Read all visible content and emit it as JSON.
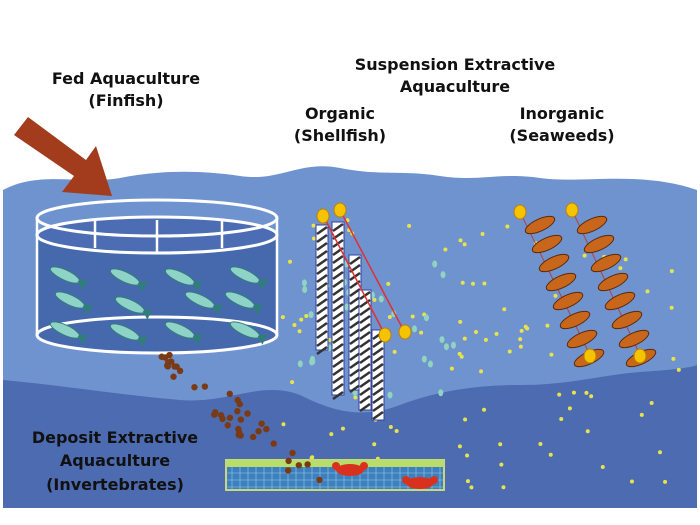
{
  "labels": {
    "fed_line1": "Fed Aquaculture",
    "fed_line2": "(Finfish)",
    "suspension_line1": "Suspension Extractive",
    "suspension_line2": "Aquaculture",
    "organic_line1": "Organic",
    "organic_line2": "(Shellfish)",
    "inorganic_line1": "Inorganic",
    "inorganic_line2": "(Seaweeds)",
    "deposit_line1": "Deposit Extractive",
    "deposit_line2": "Aquaculture",
    "deposit_line3": "(Invertebrates)"
  },
  "colors": {
    "water_upper": "#6f93cf",
    "water_lower": "#4d6bb0",
    "arrow": "#a23c1c",
    "buoy": "#f5c400",
    "feces": "#7a3a14",
    "nutrient": "#e8e34a",
    "particle": "#8fd3c0"
  }
}
